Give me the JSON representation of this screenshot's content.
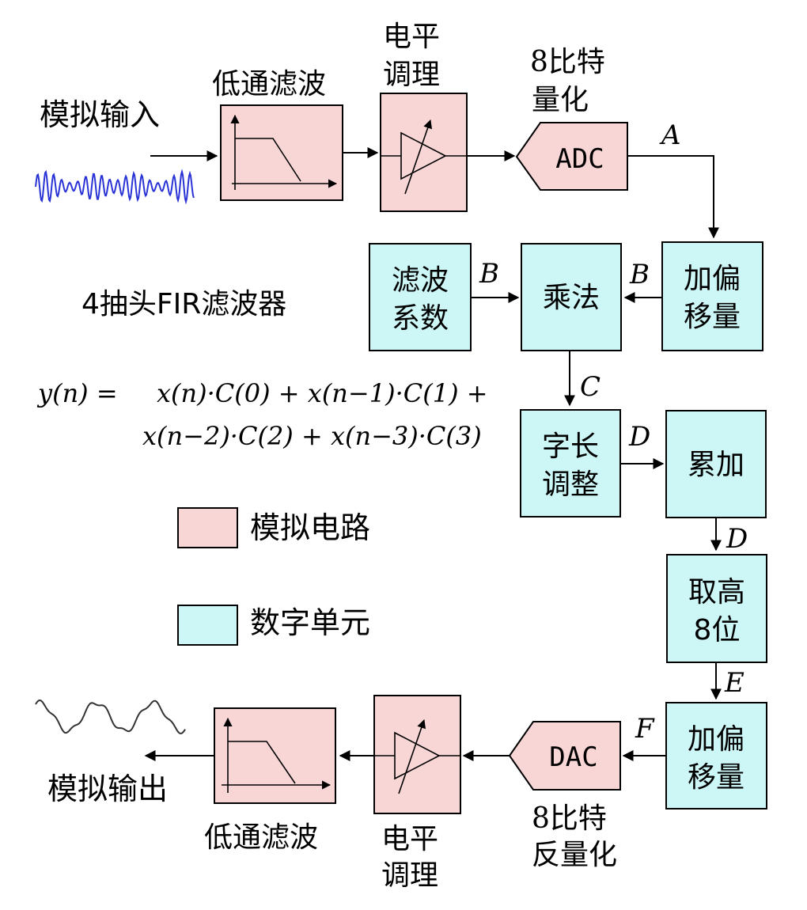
{
  "colors": {
    "analog": "#f9d6d6",
    "digital": "#cdf6f7",
    "wave": "#2a33d6",
    "wave_out": "#333333"
  },
  "input": {
    "label": "模拟输入"
  },
  "output": {
    "label": "模拟输出"
  },
  "lpf_in": {
    "label": "低通滤波"
  },
  "level_in": {
    "line1": "电平",
    "line2": "调理"
  },
  "adc": {
    "label": "ADC",
    "caption1": "8比特",
    "caption2": "量化"
  },
  "offset_in": {
    "line1": "加偏",
    "line2": "移量"
  },
  "multiply": {
    "label": "乘法"
  },
  "coef": {
    "line1": "滤波",
    "line2": "系数"
  },
  "wordlen": {
    "line1": "字长",
    "line2": "调整"
  },
  "accum": {
    "label": "累加"
  },
  "take8": {
    "line1": "取高",
    "line2": "8位"
  },
  "offset_out": {
    "line1": "加偏",
    "line2": "移量"
  },
  "dac": {
    "label": "DAC",
    "caption1": "8比特",
    "caption2": "反量化"
  },
  "level_out": {
    "line1": "电平",
    "line2": "调理"
  },
  "lpf_out": {
    "label": "低通滤波"
  },
  "signals": {
    "A": "A",
    "B": "B",
    "C": "C",
    "D": "D",
    "E": "E",
    "F": "F"
  },
  "fir": {
    "title": "4抽头FIR滤波器",
    "eq_lhs": "y(n) =",
    "eq_line1": "x(n)·C(0) + x(n−1)·C(1) +",
    "eq_line2": "x(n−2)·C(2) + x(n−3)·C(3)"
  },
  "legend": {
    "analog": "模拟电路",
    "digital": "数字单元"
  }
}
